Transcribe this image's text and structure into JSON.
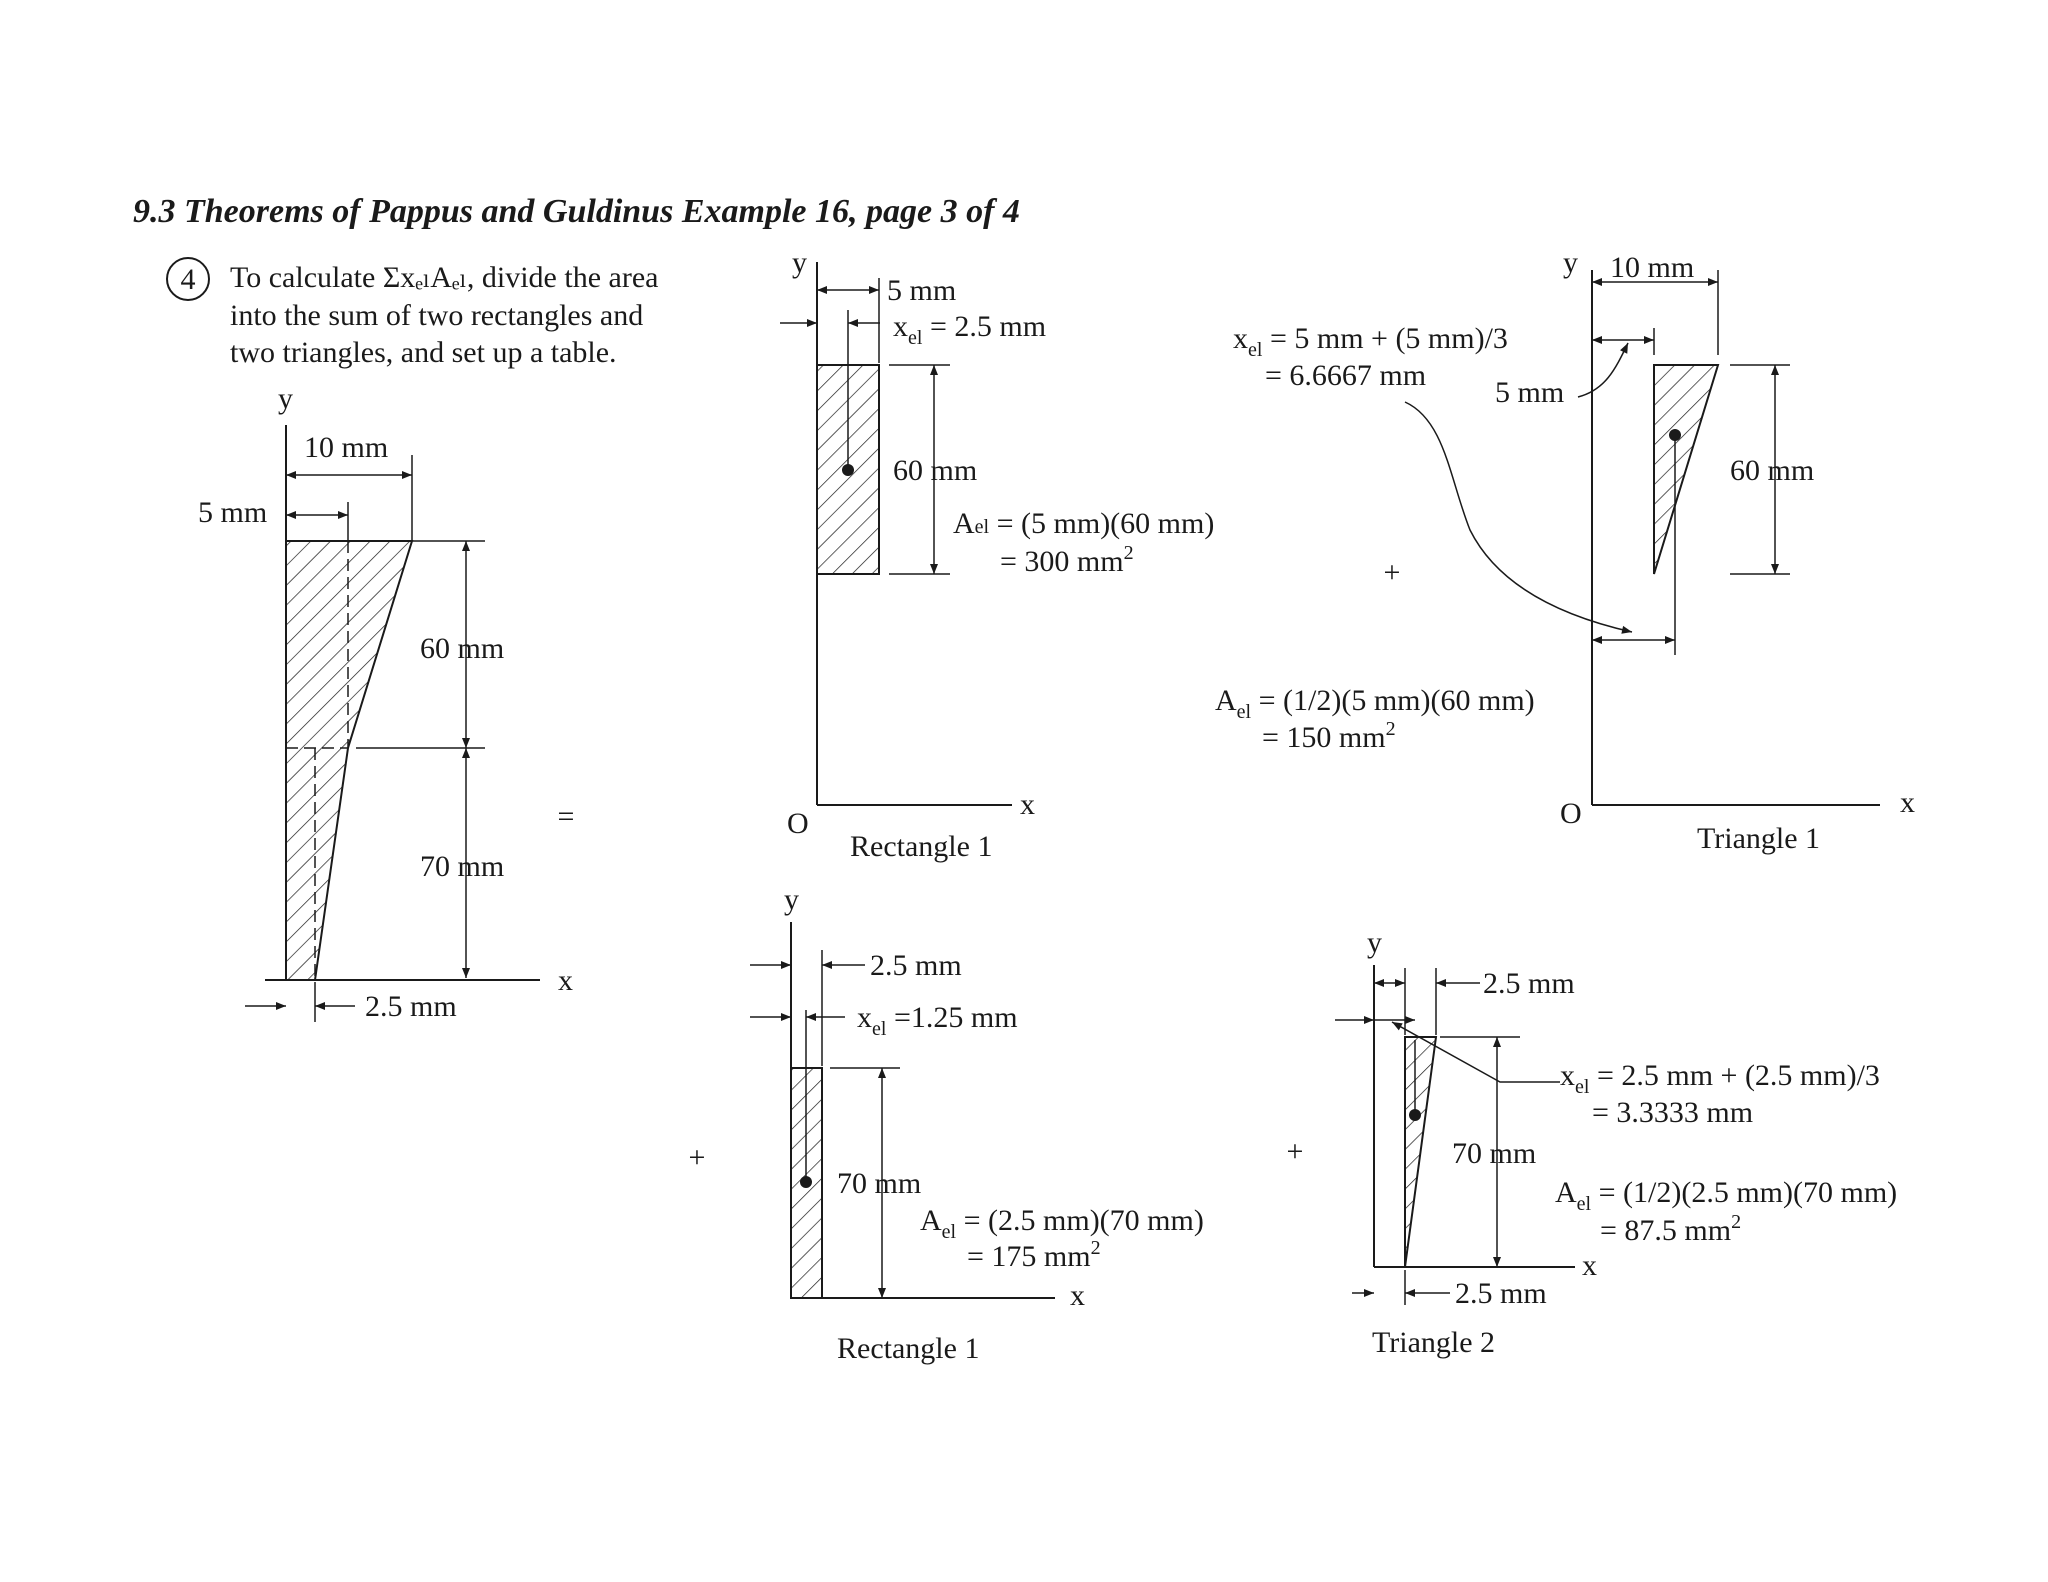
{
  "title": "9.3 Theorems of Pappus and Guldinus Example 16, page 3 of 4",
  "step": {
    "number": "4",
    "text_lines": [
      "To calculate ΣxₑₗAₑₗ, divide the area",
      "into the sum of two rectangles and",
      "two triangles, and set up a table."
    ]
  },
  "operators": {
    "equals": "=",
    "plus": "+"
  },
  "axis": {
    "x": "x",
    "y": "y",
    "origin": "O"
  },
  "full_shape": {
    "dim_top": "10 mm",
    "dim_left": "5 mm",
    "dim_upper_height": "60 mm",
    "dim_lower_height": "70 mm",
    "dim_bottom": "2.5 mm"
  },
  "rectangle_1_top": {
    "caption": "Rectangle 1",
    "dim_width": "5 mm",
    "xel_main": "x",
    "xel_sub": "el",
    "xel_value": " = 2.5 mm",
    "dim_height": "60 mm",
    "area_main": "A",
    "area_sub": "el",
    "area_expr": " = (5 mm)(60 mm)",
    "area_result": "= 300 mm",
    "area_unit_exp": "2"
  },
  "triangle_1": {
    "caption": "Triangle 1",
    "dim_width": "10 mm",
    "dim_offset": "5 mm",
    "dim_height": "60 mm",
    "xel_main": "x",
    "xel_sub": "el",
    "xel_expr": " = 5 mm + (5 mm)/3",
    "xel_result": "= 6.6667 mm",
    "area_main": "A",
    "area_sub": "el",
    "area_expr": " = (1/2)(5 mm)(60 mm)",
    "area_result": "= 150 mm",
    "area_unit_exp": "2"
  },
  "rectangle_1_bottom": {
    "caption": "Rectangle 1",
    "dim_width": "2.5 mm",
    "xel_main": "x",
    "xel_sub": "el",
    "xel_value": " =1.25 mm",
    "dim_height": "70 mm",
    "area_main": "A",
    "area_sub": "el",
    "area_expr": " = (2.5 mm)(70 mm)",
    "area_result": "= 175 mm",
    "area_unit_exp": "2"
  },
  "triangle_2": {
    "caption": "Triangle 2",
    "dim_offset": "2.5 mm",
    "dim_bottom": "2.5 mm",
    "dim_height": "70 mm",
    "xel_main": "x",
    "xel_sub": "el",
    "xel_expr": " = 2.5 mm + (2.5 mm)/3",
    "xel_result": "= 3.3333 mm",
    "area_main": "A",
    "area_sub": "el",
    "area_expr": " = (1/2)(2.5 mm)(70 mm)",
    "area_result": "= 87.5 mm",
    "area_unit_exp": "2"
  }
}
